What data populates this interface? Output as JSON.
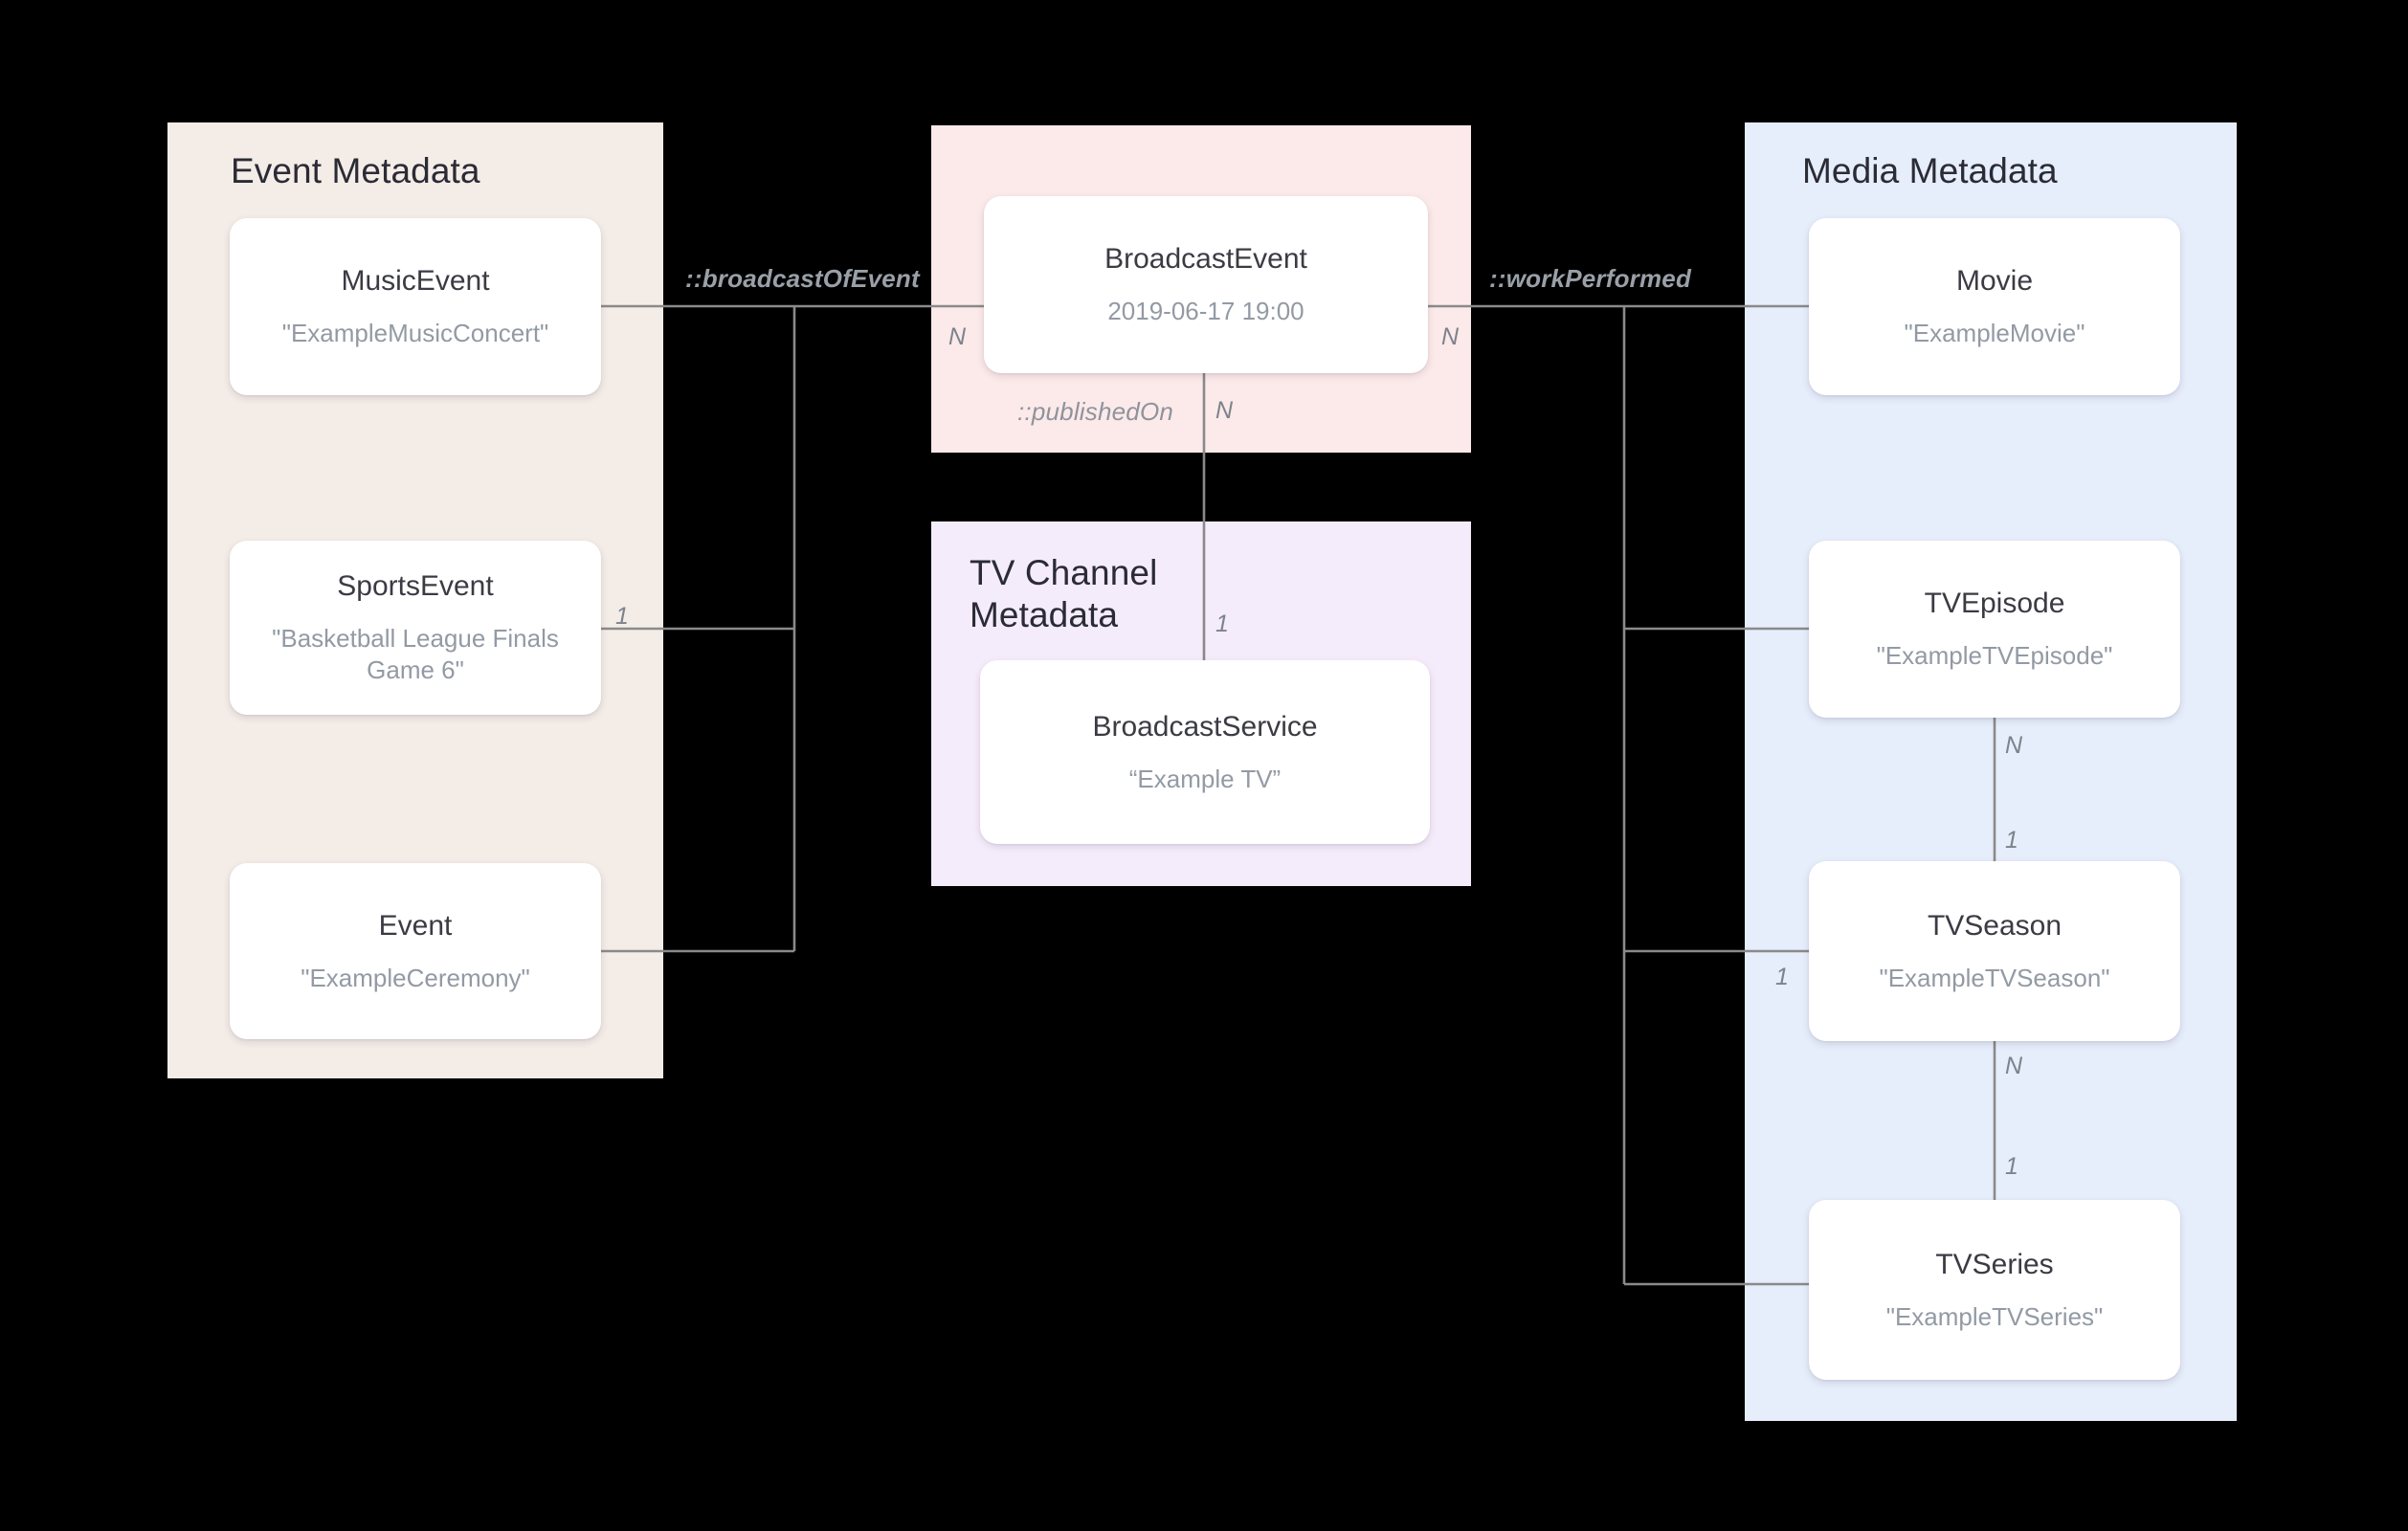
{
  "diagram": {
    "title": "Broadcast / Media metadata entity relationship diagram",
    "colors": {
      "panel_event": "#f4ece7",
      "panel_broadcast": "#fce9e9",
      "panel_tvchannel": "#f5ecfb",
      "panel_media": "#e6edfb",
      "card": "#ffffff",
      "connector": "#8a8a8a",
      "type_text": "#3b3b44",
      "value_text": "#939aa4",
      "label_text": "#9aa0a8",
      "background": "#000000"
    }
  },
  "panels": {
    "event": {
      "title": "Event Metadata"
    },
    "broadcast": {
      "title": ""
    },
    "tvchannel": {
      "title": "TV Channel\nMetadata"
    },
    "media": {
      "title": "Media Metadata"
    }
  },
  "cards": {
    "musicevent": {
      "type": "MusicEvent",
      "value": "\"ExampleMusicConcert\""
    },
    "sportsevent": {
      "type": "SportsEvent",
      "value": "\"Basketball League Finals Game 6\""
    },
    "event": {
      "type": "Event",
      "value": "\"ExampleCeremony\""
    },
    "broadcastevent": {
      "type": "BroadcastEvent",
      "value": "2019-06-17 19:00"
    },
    "broadcastservice": {
      "type": "BroadcastService",
      "value": "“Example TV”"
    },
    "movie": {
      "type": "Movie",
      "value": "\"ExampleMovie\""
    },
    "tvepisode": {
      "type": "TVEpisode",
      "value": "\"ExampleTVEpisode\""
    },
    "tvseason": {
      "type": "TVSeason",
      "value": "\"ExampleTVSeason\""
    },
    "tvseries": {
      "type": "TVSeries",
      "value": "\"ExampleTVSeries\""
    }
  },
  "relations": {
    "broadcastOfEvent": "::broadcastOfEvent",
    "workPerformed": "::workPerformed",
    "publishedOn": "::publishedOn"
  },
  "cardinalities": {
    "broadcastevent_left_n": "N",
    "broadcastevent_right_n": "N",
    "publishedon_n": "N",
    "publishedon_1": "1",
    "sportsevent_1": "1",
    "tvseason_branch_1": "1",
    "tvepisode_n": "N",
    "tvepisode_1": "1",
    "tvseason_n": "N",
    "tvseason_1": "1"
  }
}
